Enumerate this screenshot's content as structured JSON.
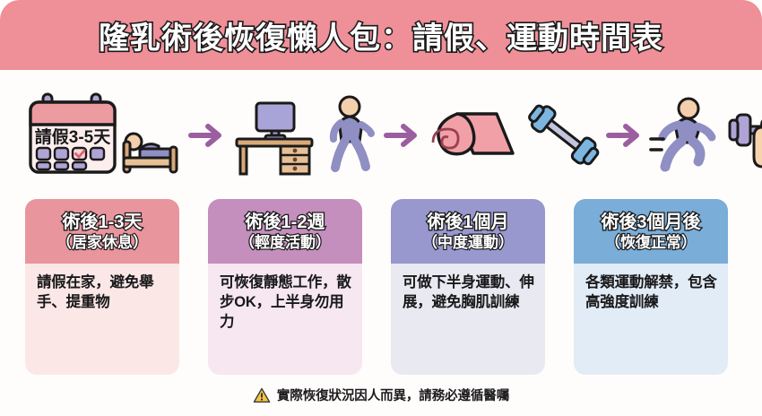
{
  "banner": {
    "title": "隆乳術後恢復懶人包：請假、運動時間表",
    "background_color": "#ef8f98"
  },
  "icon_row": {
    "arrow_color": "#9b5ea0",
    "arrow_glyph": "→",
    "groups": [
      {
        "name": "rest-at-home",
        "icons": [
          "calendar-icon",
          "bed-icon"
        ],
        "calendar_label": "請假3-5天"
      },
      {
        "name": "light-activity",
        "icons": [
          "desk-computer-icon",
          "walking-person-icon"
        ]
      },
      {
        "name": "moderate-exercise",
        "icons": [
          "yoga-mat-icon",
          "dumbbell-icon"
        ]
      },
      {
        "name": "full-recovery",
        "icons": [
          "running-person-icon",
          "hand-barbell-icon"
        ]
      }
    ]
  },
  "cards": [
    {
      "name": "stage-1-3-days",
      "header_main": "術後1-3天",
      "header_sub": "（居家休息）",
      "body": "請假在家，避免舉手、提重物",
      "header_color": "#e8959d",
      "body_color": "#fbe8e6"
    },
    {
      "name": "stage-1-2-weeks",
      "header_main": "術後1-2週",
      "header_sub": "（輕度活動）",
      "body": "可恢復靜態工作，散步OK，上半身勿用力",
      "header_color": "#c48ebd",
      "body_color": "#f6e7f0"
    },
    {
      "name": "stage-1-month",
      "header_main": "術後1個月",
      "header_sub": "（中度運動）",
      "body": "可做下半身運動、伸展，避免胸肌訓練",
      "header_color": "#9898cf",
      "body_color": "#e9e9f2"
    },
    {
      "name": "stage-3-months",
      "header_main": "術後3個月後",
      "header_sub": "（恢復正常）",
      "body": "各類運動解禁，包含高強度訓練",
      "header_color": "#7aadd8",
      "body_color": "#e2ecf6"
    }
  ],
  "footer": {
    "warning_icon": "warning-triangle-icon",
    "text": "實際恢復狀況因人而異，請務必遵循醫囑",
    "warning_color": "#f5c443"
  }
}
